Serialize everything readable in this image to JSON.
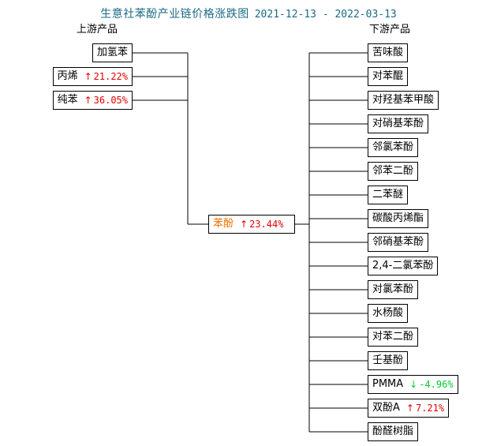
{
  "title": {
    "main": "生意社苯酚产业链价格涨跌图",
    "date_range": "2021-12-13 - 2022-03-13",
    "color": "#1a6a86"
  },
  "headers": {
    "upstream": "上游产品",
    "downstream": "下游产品"
  },
  "colors": {
    "up": "#e60000",
    "down": "#00cc33",
    "center_label": "#f07000",
    "line": "#000000",
    "box_border": "#000000"
  },
  "icons": {
    "up_arrow": "↑",
    "down_arrow": "↓"
  },
  "upstream": [
    {
      "name": "加氢苯",
      "change": "",
      "arrow": "",
      "dir": ""
    },
    {
      "name": "丙烯",
      "change": "21.22%",
      "arrow": "↑",
      "dir": "up"
    },
    {
      "name": "纯苯",
      "change": "36.05%",
      "arrow": "↑",
      "dir": "up"
    }
  ],
  "center": {
    "name": "苯酚",
    "change": "23.44%",
    "arrow": "↑",
    "dir": "up"
  },
  "downstream": [
    {
      "name": "苦味酸",
      "change": "",
      "arrow": "",
      "dir": ""
    },
    {
      "name": "对苯醌",
      "change": "",
      "arrow": "",
      "dir": ""
    },
    {
      "name": "对羟基苯甲酸",
      "change": "",
      "arrow": "",
      "dir": ""
    },
    {
      "name": "对硝基苯酚",
      "change": "",
      "arrow": "",
      "dir": ""
    },
    {
      "name": "邻氯苯酚",
      "change": "",
      "arrow": "",
      "dir": ""
    },
    {
      "name": "邻苯二酚",
      "change": "",
      "arrow": "",
      "dir": ""
    },
    {
      "name": "二苯醚",
      "change": "",
      "arrow": "",
      "dir": ""
    },
    {
      "name": "碳酸丙烯酯",
      "change": "",
      "arrow": "",
      "dir": ""
    },
    {
      "name": "邻硝基苯酚",
      "change": "",
      "arrow": "",
      "dir": ""
    },
    {
      "name": "2,4-二氯苯酚",
      "change": "",
      "arrow": "",
      "dir": ""
    },
    {
      "name": "对氯苯酚",
      "change": "",
      "arrow": "",
      "dir": ""
    },
    {
      "name": "水杨酸",
      "change": "",
      "arrow": "",
      "dir": ""
    },
    {
      "name": "对苯二酚",
      "change": "",
      "arrow": "",
      "dir": ""
    },
    {
      "name": "壬基酚",
      "change": "",
      "arrow": "",
      "dir": ""
    },
    {
      "name": "PMMA",
      "change": "-4.96%",
      "arrow": "↓",
      "dir": "down"
    },
    {
      "name": "双酚A",
      "change": "7.21%",
      "arrow": "↑",
      "dir": "up"
    },
    {
      "name": "酚醛树脂",
      "change": "",
      "arrow": "",
      "dir": ""
    }
  ],
  "chart_data": {
    "type": "diagram",
    "title": "生意社苯酚产业链价格涨跌图",
    "subtitle": "2021-12-13 - 2022-03-13",
    "layout": "industry-chain tree: upstream (left) -> center product -> downstream (right)",
    "center_product": "苯酚",
    "center_change_pct": 23.44,
    "series": [
      {
        "name": "上游产品",
        "items": [
          {
            "label": "加氢苯",
            "change_pct": null
          },
          {
            "label": "丙烯",
            "change_pct": 21.22
          },
          {
            "label": "纯苯",
            "change_pct": 36.05
          }
        ]
      },
      {
        "name": "下游产品",
        "items": [
          {
            "label": "苦味酸",
            "change_pct": null
          },
          {
            "label": "对苯醌",
            "change_pct": null
          },
          {
            "label": "对羟基苯甲酸",
            "change_pct": null
          },
          {
            "label": "对硝基苯酚",
            "change_pct": null
          },
          {
            "label": "邻氯苯酚",
            "change_pct": null
          },
          {
            "label": "邻苯二酚",
            "change_pct": null
          },
          {
            "label": "二苯醚",
            "change_pct": null
          },
          {
            "label": "碳酸丙烯酯",
            "change_pct": null
          },
          {
            "label": "邻硝基苯酚",
            "change_pct": null
          },
          {
            "label": "2,4-二氯苯酚",
            "change_pct": null
          },
          {
            "label": "对氯苯酚",
            "change_pct": null
          },
          {
            "label": "水杨酸",
            "change_pct": null
          },
          {
            "label": "对苯二酚",
            "change_pct": null
          },
          {
            "label": "壬基酚",
            "change_pct": null
          },
          {
            "label": "PMMA",
            "change_pct": -4.96
          },
          {
            "label": "双酚A",
            "change_pct": 7.21
          },
          {
            "label": "酚醛树脂",
            "change_pct": null
          }
        ]
      }
    ]
  }
}
